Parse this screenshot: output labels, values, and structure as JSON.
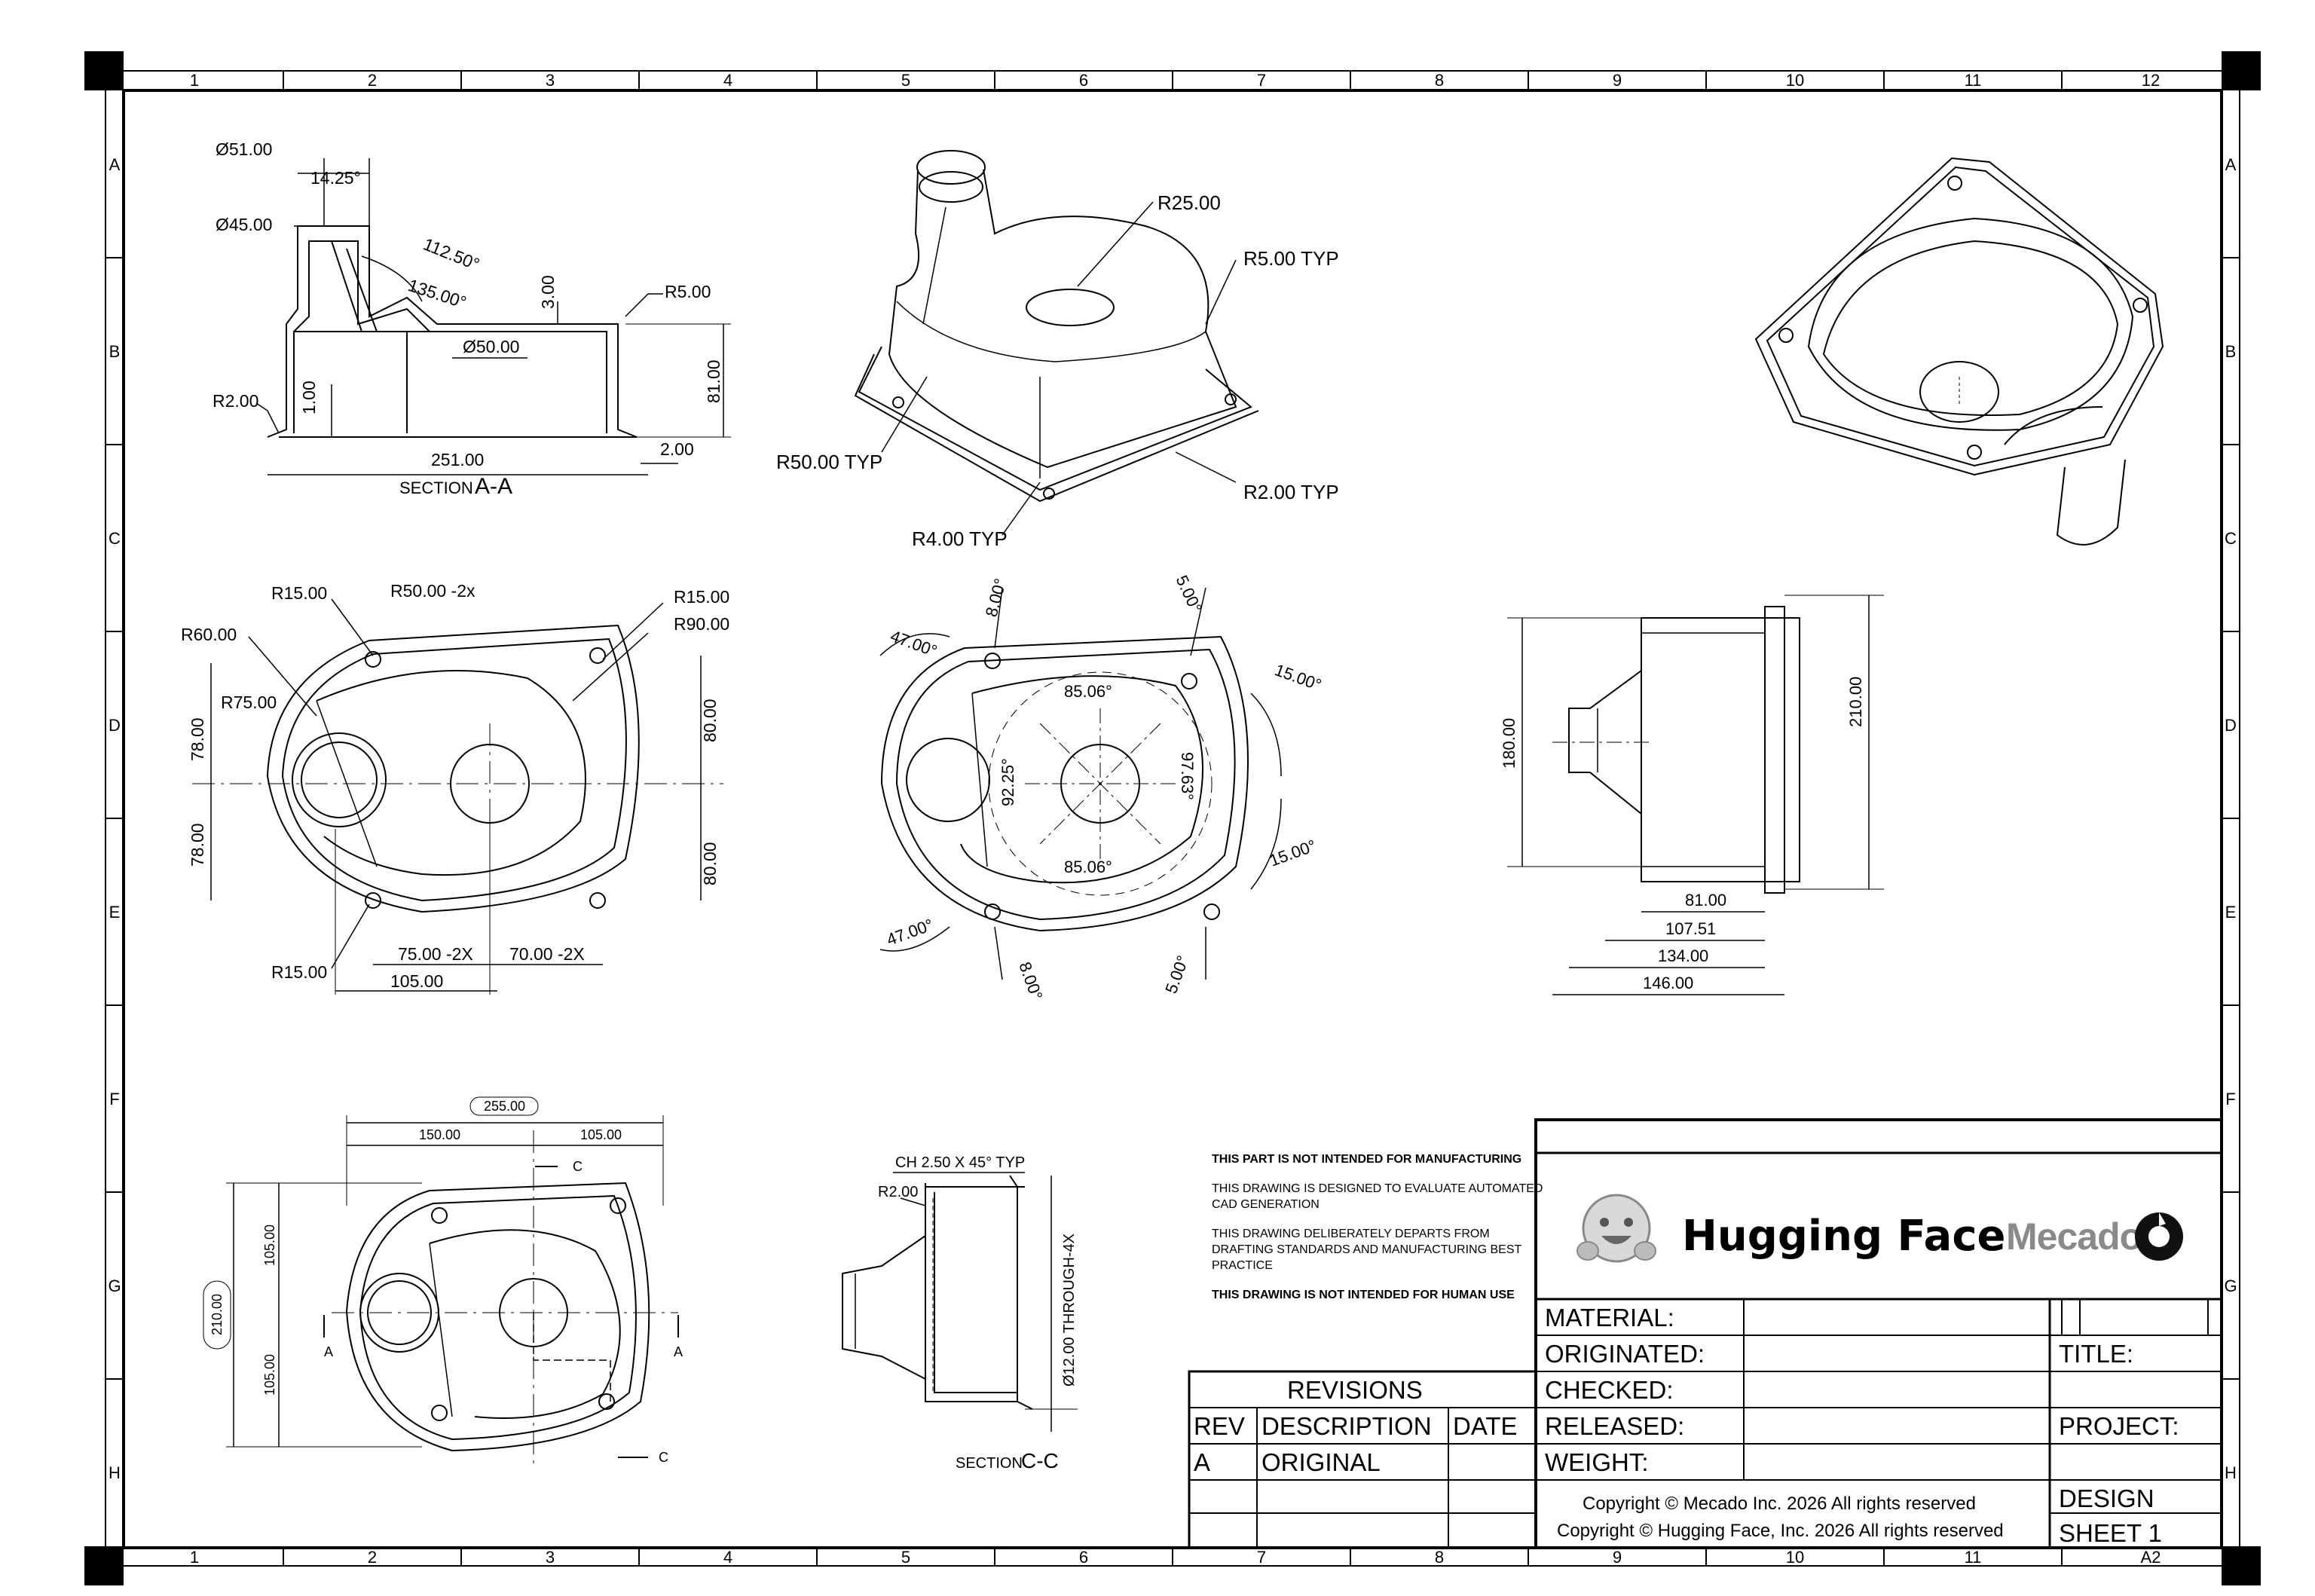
{
  "border": {
    "columns": [
      "1",
      "2",
      "3",
      "4",
      "5",
      "6",
      "7",
      "8",
      "9",
      "10",
      "11",
      "12"
    ],
    "bottom_columns": [
      "1",
      "2",
      "3",
      "4",
      "5",
      "6",
      "7",
      "8",
      "9",
      "10",
      "11",
      "A2"
    ],
    "rows": [
      "A",
      "B",
      "C",
      "D",
      "E",
      "F",
      "G",
      "H"
    ]
  },
  "section_aa": {
    "label_prefix": "SECTION",
    "label_id": "A-A",
    "dims": [
      "Ø51.00",
      "14.25°",
      "Ø45.00",
      "112.50°",
      "135.00°",
      "3.00",
      "R5.00",
      "Ø50.00",
      "81.00",
      "R2.00",
      "1.00",
      "251.00",
      "2.00"
    ]
  },
  "iso_front": {
    "dims": [
      "R25.00",
      "R5.00 TYP",
      "R50.00 TYP",
      "R2.00 TYP",
      "R4.00 TYP"
    ]
  },
  "top_view": {
    "dims": [
      "R15.00",
      "R50.00  -2x",
      "R15.00",
      "R90.00",
      "R60.00",
      "R75.00",
      "78.00",
      "78.00",
      "80.00",
      "80.00",
      "R15.00",
      "75.00  -2X",
      "70.00  -2X",
      "105.00"
    ]
  },
  "angle_view": {
    "dims": [
      "8.00°",
      "5.00°",
      "47.00°",
      "15.00°",
      "85.06°",
      "92.25°",
      "97.63°",
      "85.06°",
      "15.00°",
      "47.00°",
      "8.00°",
      "5.00°"
    ]
  },
  "side_view": {
    "dims": [
      "180.00",
      "210.00",
      "81.00",
      "107.51",
      "134.00",
      "146.00"
    ]
  },
  "bottom_view": {
    "dims": [
      "255.00",
      "150.00",
      "105.00",
      "C",
      "105.00",
      "210.00",
      "105.00",
      "A",
      "A",
      "C"
    ]
  },
  "section_cc": {
    "label_prefix": "SECTION",
    "label_id": "C-C",
    "dims": [
      "CH  2.50  X 45° TYP",
      "R2.00",
      "Ø12.00  THROUGH-4X"
    ]
  },
  "notes": [
    "THIS PART IS NOT INTENDED FOR MANUFACTURING",
    "THIS DRAWING IS DESIGNED TO EVALUATE AUTOMATED CAD GENERATION",
    "THIS DRAWING DELIBERATELY DEPARTS FROM DRAFTING STANDARDS AND MANUFACTURING BEST PRACTICE",
    "THIS DRAWING IS NOT INTENDED FOR HUMAN USE"
  ],
  "title_block": {
    "logo_hf": "Hugging Face",
    "logo_mecado": "Mecado",
    "fields": [
      "MATERIAL:",
      "ORIGINATED:",
      "CHECKED:",
      "RELEASED:",
      "WEIGHT:"
    ],
    "title_label": "TITLE:",
    "project_label": "PROJECT:",
    "design_label": "DESIGN",
    "sheet_label": "SHEET 1",
    "copyright_1": "Copyright © Mecado Inc. 2026 All rights reserved",
    "copyright_2": "Copyright © Hugging Face, Inc. 2026 All rights reserved"
  },
  "revisions": {
    "title": "REVISIONS",
    "headers": [
      "REV",
      "DESCRIPTION",
      "DATE"
    ],
    "rows": [
      [
        "A",
        "ORIGINAL",
        ""
      ]
    ]
  }
}
